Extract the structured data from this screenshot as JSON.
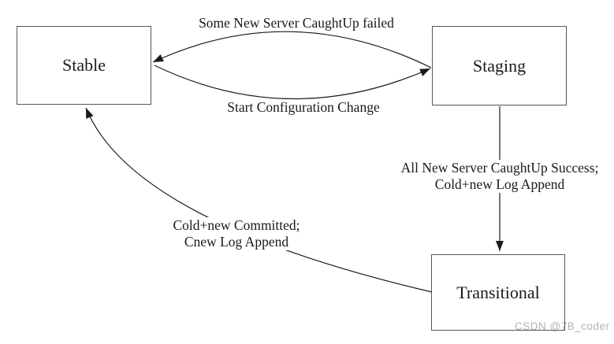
{
  "diagram": {
    "states": [
      {
        "name": "Stable"
      },
      {
        "name": "Staging"
      },
      {
        "name": "Transitional"
      }
    ],
    "transitions": [
      {
        "from": "Staging",
        "to": "Stable",
        "label": "Some New Server CaughtUp failed"
      },
      {
        "from": "Stable",
        "to": "Staging",
        "label": "Start Configuration Change"
      },
      {
        "from": "Staging",
        "to": "Transitional",
        "label_lines": [
          "All New Server CaughtUp Success;",
          "Cold+new Log Append"
        ]
      },
      {
        "from": "Transitional",
        "to": "Stable",
        "label_lines": [
          "Cold+new Committed;",
          "Cnew Log Append"
        ]
      }
    ],
    "colors": {
      "line": "#1a1a1a",
      "box-border": "#555555",
      "text": "#1a1a1a",
      "watermark": "#b3b3b3",
      "background": "#ffffff"
    },
    "watermark": "CSDN @7B_coder"
  }
}
